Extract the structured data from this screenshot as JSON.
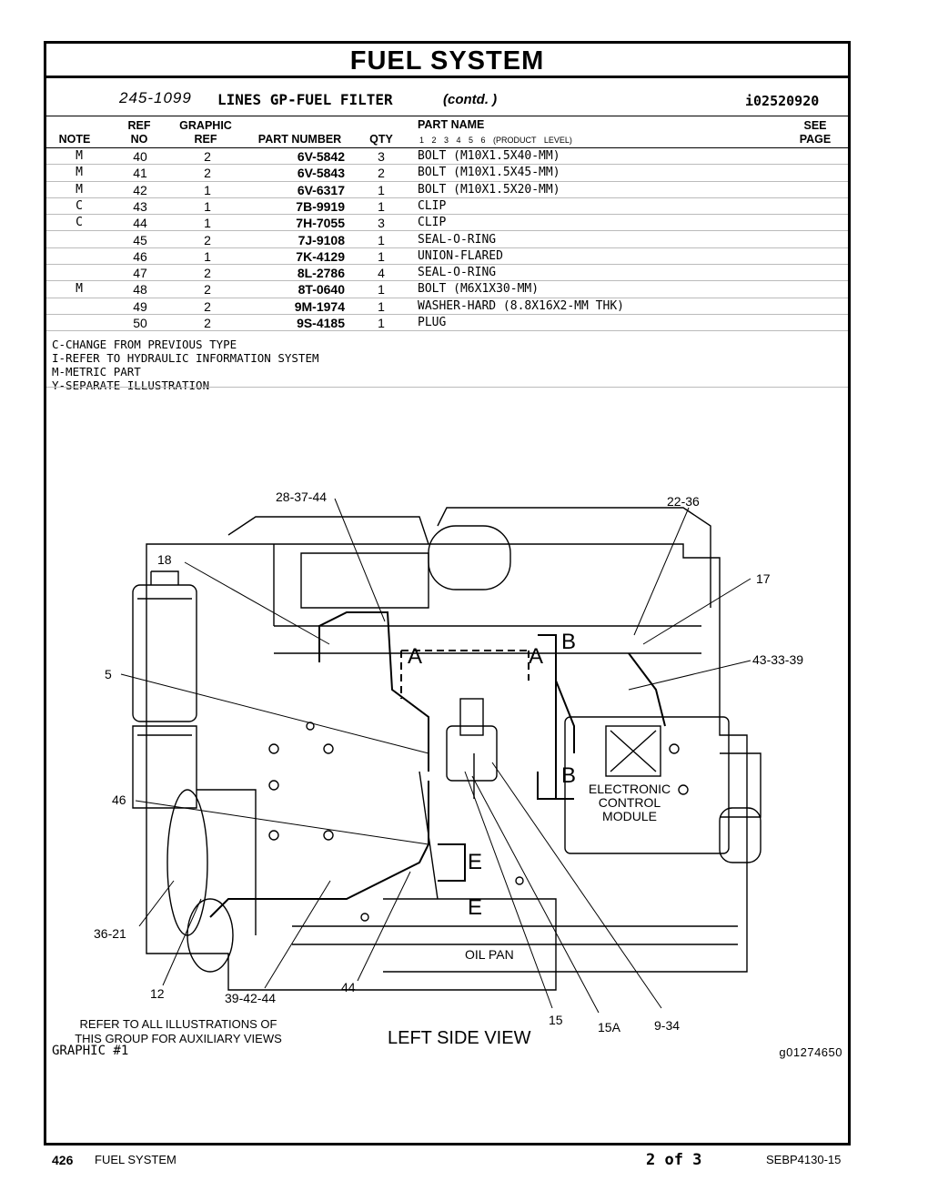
{
  "title": "FUEL SYSTEM",
  "group": {
    "number": "245-1099",
    "name": "LINES GP-FUEL FILTER",
    "contd": "(contd. )",
    "id": "i02520920"
  },
  "columns": {
    "note": "NOTE",
    "ref_top": "REF",
    "ref_bottom": "NO",
    "graphic_top": "GRAPHIC",
    "graphic_bottom": "REF",
    "part_number": "PART NUMBER",
    "qty": "QTY",
    "part_name": "PART NAME",
    "product_level": "1 2 3 4 5 6 (PRODUCT LEVEL)",
    "see_top": "SEE",
    "see_bottom": "PAGE"
  },
  "rows": [
    {
      "note": "M",
      "ref": "40",
      "graphic": "2",
      "part": "6V-5842",
      "qty": "3",
      "name": "BOLT (M10X1.5X40-MM)"
    },
    {
      "note": "M",
      "ref": "41",
      "graphic": "2",
      "part": "6V-5843",
      "qty": "2",
      "name": "BOLT (M10X1.5X45-MM)"
    },
    {
      "note": "M",
      "ref": "42",
      "graphic": "1",
      "part": "6V-6317",
      "qty": "1",
      "name": "BOLT (M10X1.5X20-MM)"
    },
    {
      "note": "C",
      "ref": "43",
      "graphic": "1",
      "part": "7B-9919",
      "qty": "1",
      "name": "CLIP"
    },
    {
      "note": "C",
      "ref": "44",
      "graphic": "1",
      "part": "7H-7055",
      "qty": "3",
      "name": "CLIP"
    },
    {
      "note": "",
      "ref": "45",
      "graphic": "2",
      "part": "7J-9108",
      "qty": "1",
      "name": "SEAL-O-RING"
    },
    {
      "note": "",
      "ref": "46",
      "graphic": "1",
      "part": "7K-4129",
      "qty": "1",
      "name": "UNION-FLARED"
    },
    {
      "note": "",
      "ref": "47",
      "graphic": "2",
      "part": "8L-2786",
      "qty": "4",
      "name": "SEAL-O-RING"
    },
    {
      "note": "M",
      "ref": "48",
      "graphic": "2",
      "part": "8T-0640",
      "qty": "1",
      "name": "BOLT (M6X1X30-MM)"
    },
    {
      "note": "",
      "ref": "49",
      "graphic": "2",
      "part": "9M-1974",
      "qty": "1",
      "name": "WASHER-HARD (8.8X16X2-MM THK)"
    },
    {
      "note": "",
      "ref": "50",
      "graphic": "2",
      "part": "9S-4185",
      "qty": "1",
      "name": "PLUG"
    }
  ],
  "notes": [
    "C-CHANGE FROM PREVIOUS TYPE",
    "I-REFER TO HYDRAULIC INFORMATION SYSTEM",
    "M-METRIC PART",
    "Y-SEPARATE ILLUSTRATION"
  ],
  "diagram": {
    "callouts": {
      "c28_37_44": "28-37-44",
      "c22_36": "22-36",
      "c17": "17",
      "c18": "18",
      "c43_33_39": "43-33-39",
      "c5": "5",
      "c46": "46",
      "c36_21": "36-21",
      "c12": "12",
      "c39_42_44": "39-42-44",
      "c44": "44",
      "c15": "15",
      "c15a": "15A",
      "c9_34": "9-34"
    },
    "section_letters": {
      "a": "A",
      "b": "B",
      "e": "E"
    },
    "ecm_label": [
      "ELECTRONIC",
      "CONTROL",
      "MODULE"
    ],
    "oil_pan": "OIL PAN",
    "view_title": "LEFT SIDE VIEW",
    "refer_note": [
      "REFER TO ALL ILLUSTRATIONS OF",
      "THIS GROUP FOR AUXILIARY VIEWS"
    ]
  },
  "graphic_label": "GRAPHIC #1",
  "graphic_id": "g01274650",
  "footer": {
    "page": "426",
    "section": "FUEL SYSTEM",
    "sheet": "2 of 3",
    "doc": "SEBP4130-15"
  }
}
